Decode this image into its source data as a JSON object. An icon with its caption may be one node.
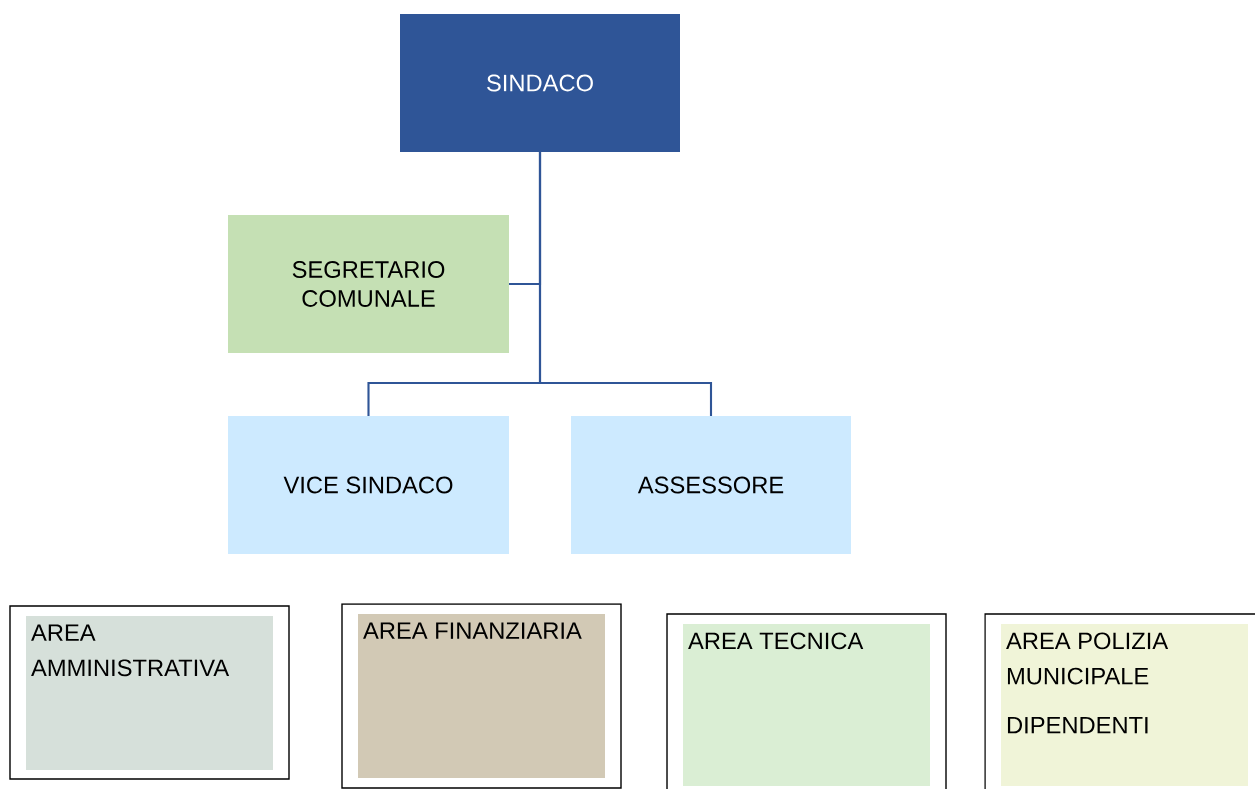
{
  "diagram": {
    "nodes": [
      {
        "text": [
          "SINDACO"
        ]
      },
      {
        "text": [
          "SEGRETARIO COMUNALE"
        ]
      },
      {
        "text": [
          "VICE SINDACO"
        ]
      },
      {
        "text": [
          "ASSESSORE"
        ]
      },
      {
        "text": [],
        "shape": "box"
      },
      {
        "text": [
          "AREA AMMINISTRATIVA"
        ],
        "in": 4
      },
      {
        "text": [],
        "shape": "box"
      },
      {
        "text": [
          "AREA FINANZIARIA"
        ],
        "in": 6
      },
      {
        "text": [],
        "shape": "box"
      },
      {
        "text": [
          "AREA TECNICA"
        ],
        "in": 8
      },
      {
        "text": [],
        "shape": "box"
      },
      {
        "text": [
          "AREA POLIZIA MUNICIPALE",
          "DIPENDENTI"
        ],
        "in": 10
      }
    ],
    "edges": [
      {
        "from": 0,
        "to": 1,
        "arrow": "none"
      },
      {
        "from": 0,
        "to": 2,
        "arrow": "none"
      },
      {
        "from": 0,
        "to": 3,
        "arrow": "none"
      }
    ]
  }
}
